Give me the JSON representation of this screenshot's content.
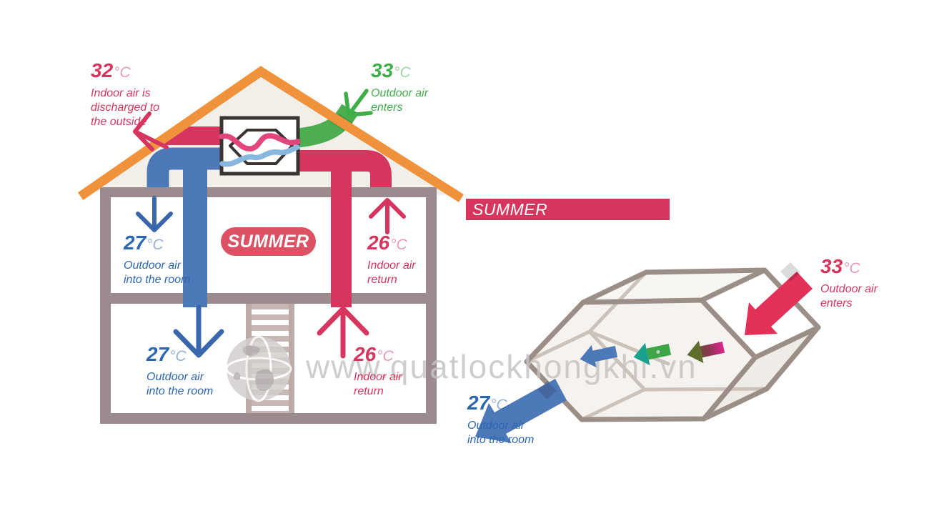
{
  "watermark": {
    "text": "www.quatlockhongkhi.vn"
  },
  "house": {
    "season_badge": "SUMMER",
    "labels": {
      "discharge": {
        "temp": "32",
        "unit": "°C",
        "lines": [
          "Indoor air is",
          "discharged to",
          "the outside"
        ]
      },
      "intake": {
        "temp": "33",
        "unit": "°C",
        "lines": [
          "Outdoor air",
          "enters"
        ]
      },
      "upper_supply": {
        "temp": "27",
        "unit": "°C",
        "lines": [
          "Outdoor air",
          "into the room"
        ]
      },
      "upper_return": {
        "temp": "26",
        "unit": "°C",
        "lines": [
          "Indoor air",
          "return"
        ]
      },
      "lower_supply": {
        "temp": "27",
        "unit": "°C",
        "lines": [
          "Outdoor air",
          "into the room"
        ]
      },
      "lower_return": {
        "temp": "26",
        "unit": "°C",
        "lines": [
          "Indoor air",
          "return"
        ]
      }
    }
  },
  "exchanger": {
    "season_banner": "SUMMER",
    "labels": {
      "inlet": {
        "temp": "33",
        "unit": "°C",
        "lines": [
          "Outdoor air",
          "enters"
        ]
      },
      "outlet": {
        "temp": "27",
        "unit": "°C",
        "lines": [
          "Outdoor air",
          "into the room"
        ]
      }
    }
  },
  "colors": {
    "crimson": "#d6355e",
    "blue": "#2d66b0",
    "green": "#3fae49",
    "orange": "#f0923c",
    "wall": "#9b8a8e",
    "duct-blue": "#4d78b7",
    "pill": "#dc5264",
    "attic": "#f2efe9",
    "wireframe": "#9a8e86",
    "watermark-gray": "#c7c4c4"
  }
}
